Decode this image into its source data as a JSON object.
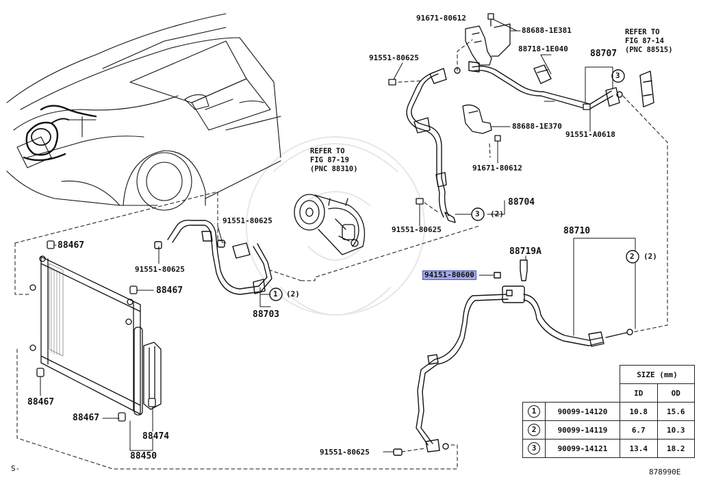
{
  "labels": {
    "p91671_80612_top": "91671-80612",
    "p88688_1e381": "88688-1E381",
    "refer_87_14_line1": "REFER TO",
    "refer_87_14_line2": "FIG 87-14",
    "refer_87_14_line3": "(PNC 88515)",
    "p91551_80625_a": "91551-80625",
    "p88718_1e040": "88718-1E040",
    "p88707": "88707",
    "p88688_1e370": "88688-1E370",
    "p91551_a0618": "91551-A0618",
    "p91671_80612_mid": "91671-80612",
    "refer_87_19_line1": "REFER TO",
    "refer_87_19_line2": "FIG 87-19",
    "refer_87_19_line3": "(PNC 88310)",
    "p88704": "88704",
    "p91551_80625_b": "91551-80625",
    "p91551_80625_c": "91551-80625",
    "p91551_80625_d": "91551-80625",
    "p88710": "88710",
    "p88719a": "88719A",
    "p94151_80600": "94151-80600",
    "p88467_a": "88467",
    "p88467_b": "88467",
    "p88467_c": "88467",
    "p88467_d": "88467",
    "p88703": "88703",
    "p88474": "88474",
    "p88450": "88450",
    "p91551_80625_e": "91551-80625",
    "callout_3_a": "3",
    "callout_3_b": "3",
    "callout_1": "1",
    "callout_2": "2",
    "qty_2_a": "(2)",
    "qty_2_b": "(2)",
    "qty_2_c": "(2)",
    "footer_left": "S-",
    "footer_right": "878990E"
  },
  "size_table": {
    "header": "SIZE (mm)",
    "col_id": "ID",
    "col_od": "OD",
    "rows": [
      {
        "mark": "1",
        "part": "90099-14120",
        "id": "10.8",
        "od": "15.6"
      },
      {
        "mark": "2",
        "part": "90099-14119",
        "id": "6.7",
        "od": "10.3"
      },
      {
        "mark": "3",
        "part": "90099-14121",
        "id": "13.4",
        "od": "18.2"
      }
    ]
  }
}
